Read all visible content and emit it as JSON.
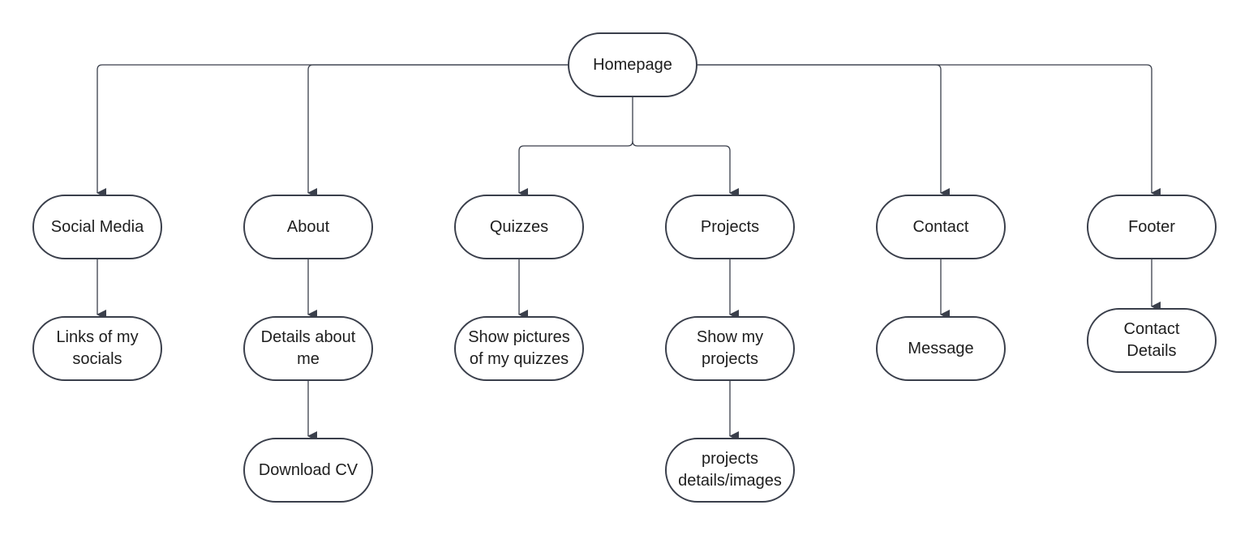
{
  "colors": {
    "node_border": "#3a3f4b",
    "connector": "#3a3f4b",
    "text": "#1e1e1e",
    "background": "#ffffff"
  },
  "nodes": {
    "homepage": "Homepage",
    "social_media": "Social Media",
    "links_socials": "Links of my\nsocials",
    "about": "About",
    "details_about_me": "Details about\nme",
    "download_cv": "Download CV",
    "quizzes": "Quizzes",
    "show_pictures_quizzes": "Show pictures\nof my quizzes",
    "projects": "Projects",
    "show_my_projects": "Show my\nprojects",
    "projects_details_images": "projects\ndetails/images",
    "contact": "Contact",
    "message": "Message",
    "footer": "Footer",
    "contact_details": "Contact\nDetails"
  }
}
